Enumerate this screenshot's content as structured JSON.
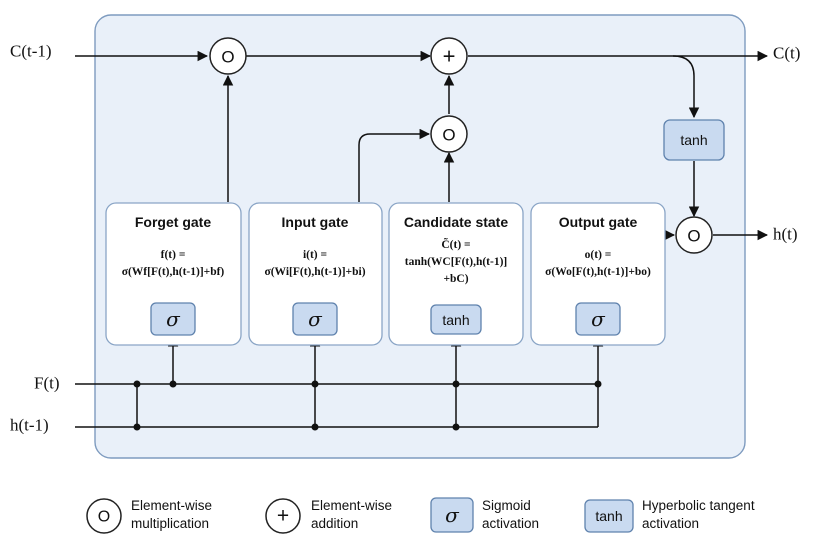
{
  "inputs": {
    "cell_prev": "C(t-1)",
    "feature": "F(t)",
    "hidden_prev": "h(t-1)"
  },
  "outputs": {
    "cell": "C(t)",
    "hidden": "h(t)"
  },
  "gates": [
    {
      "title": "Forget gate",
      "eq1": "f(t) =",
      "eq2": "σ(Wf[F(t),h(t-1)]+bf)",
      "eq3": "",
      "activation": "σ"
    },
    {
      "title": "Input gate",
      "eq1": "i(t) =",
      "eq2": "σ(Wi[F(t),h(t-1)]+bi)",
      "eq3": "",
      "activation": "σ"
    },
    {
      "title": "Candidate state",
      "eq1": "C̃(t) =",
      "eq2": "tanh(WC[F(t),h(t-1)]",
      "eq3": "+bC)",
      "activation": "tanh"
    },
    {
      "title": "Output gate",
      "eq1": "o(t) =",
      "eq2": "σ(Wo[F(t),h(t-1)]+bo)",
      "eq3": "",
      "activation": "σ"
    }
  ],
  "ops": {
    "multiply_symbol": "O",
    "add_symbol": "+",
    "cell_tanh": "tanh"
  },
  "legend": {
    "items": [
      {
        "symbol": "O",
        "line1": "Element-wise",
        "line2": "multiplication"
      },
      {
        "symbol": "+",
        "line1": "Element-wise",
        "line2": "addition"
      },
      {
        "symbol": "σ",
        "line1": "Sigmoid",
        "line2": "activation"
      },
      {
        "symbol": "tanh",
        "line1": "Hyperbolic tangent",
        "line2": "activation"
      }
    ]
  },
  "colors": {
    "panel_fill": "#e9f0f9",
    "activation_fill": "#c9daf0",
    "line": "#111111"
  }
}
